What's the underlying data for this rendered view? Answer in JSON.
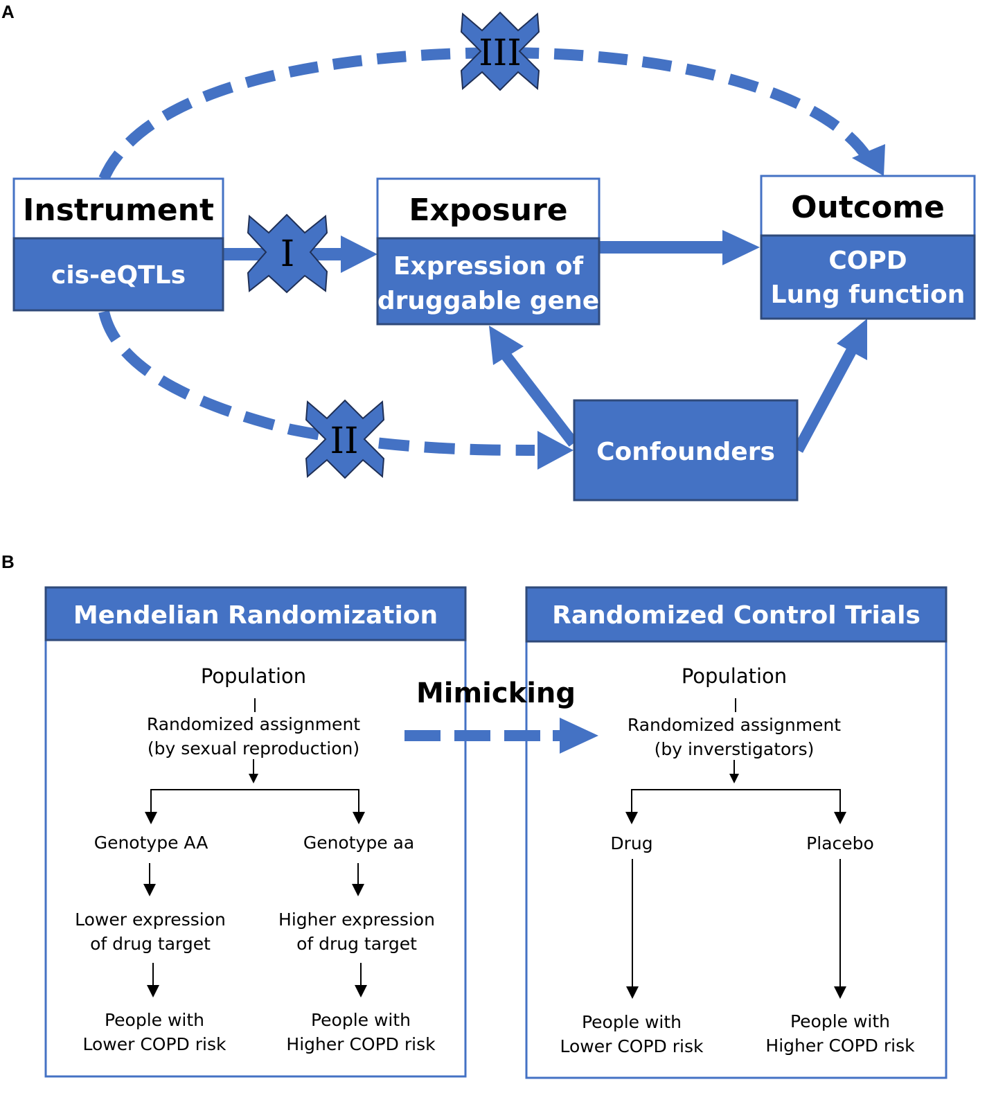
{
  "panel_a": {
    "letter": "A",
    "instrument": {
      "title": "Instrument",
      "detail": "cis-eQTLs"
    },
    "exposure": {
      "title": "Exposure",
      "detail_line1": "Expression of",
      "detail_line2": "druggable gene"
    },
    "outcome": {
      "title": "Outcome",
      "detail_line1": "COPD",
      "detail_line2": "Lung function"
    },
    "confounders": "Confounders",
    "assumptions": [
      "I",
      "II",
      "III"
    ]
  },
  "panel_b": {
    "letter": "B",
    "mimicking": "Mimicking",
    "mr": {
      "header": "Mendelian Randomization",
      "population": "Population",
      "assignment_line1": "Randomized assignment",
      "assignment_line2": "(by sexual reproduction)",
      "left_branch": "Genotype AA",
      "right_branch": "Genotype aa",
      "left_expr_line1": "Lower expression",
      "left_expr_line2": "of drug target",
      "right_expr_line1": "Higher expression",
      "right_expr_line2": "of drug target",
      "left_outcome_line1": "People with",
      "left_outcome_line2": "Lower COPD risk",
      "right_outcome_line1": "People with",
      "right_outcome_line2": "Higher COPD risk"
    },
    "rct": {
      "header": "Randomized Control Trials",
      "population": "Population",
      "assignment_line1": "Randomized assignment",
      "assignment_line2": "(by inverstigators)",
      "left_branch": "Drug",
      "right_branch": "Placebo",
      "left_outcome_line1": "People with",
      "left_outcome_line2": "Lower COPD risk",
      "right_outcome_line1": "People with",
      "right_outcome_line2": "Higher COPD risk"
    }
  },
  "colors": {
    "blue": "#4472C4",
    "dark_border": "#2F4A7A",
    "cross_fill": "#4472C4",
    "text": "#000000"
  }
}
